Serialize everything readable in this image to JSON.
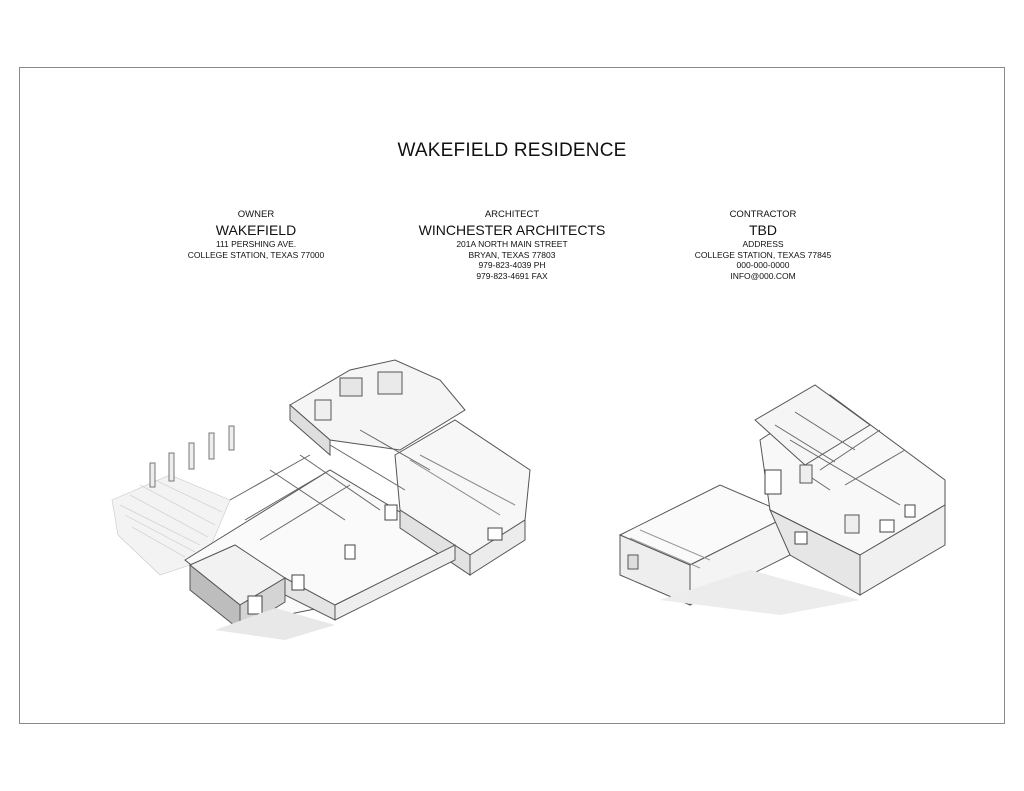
{
  "title": "WAKEFIELD RESIDENCE",
  "owner": {
    "role": "OWNER",
    "name": "WAKEFIELD",
    "lines": [
      "111 PERSHING AVE.",
      "COLLEGE STATION, TEXAS 77000"
    ]
  },
  "architect": {
    "role": "ARCHITECT",
    "name": "WINCHESTER ARCHITECTS",
    "lines": [
      "201A NORTH MAIN STREET",
      "BRYAN, TEXAS 77803",
      "979-823-4039 PH",
      "979-823-4691 FAX"
    ]
  },
  "contractor": {
    "role": "CONTRACTOR",
    "name": "TBD",
    "lines": [
      "ADDRESS",
      "COLLEGE STATION, TEXAS 77845",
      "000-000-0000",
      "INFO@000.COM"
    ]
  },
  "colors": {
    "line": "#555555",
    "shade": "#d8d8d8",
    "dark": "#9a9a9a"
  }
}
